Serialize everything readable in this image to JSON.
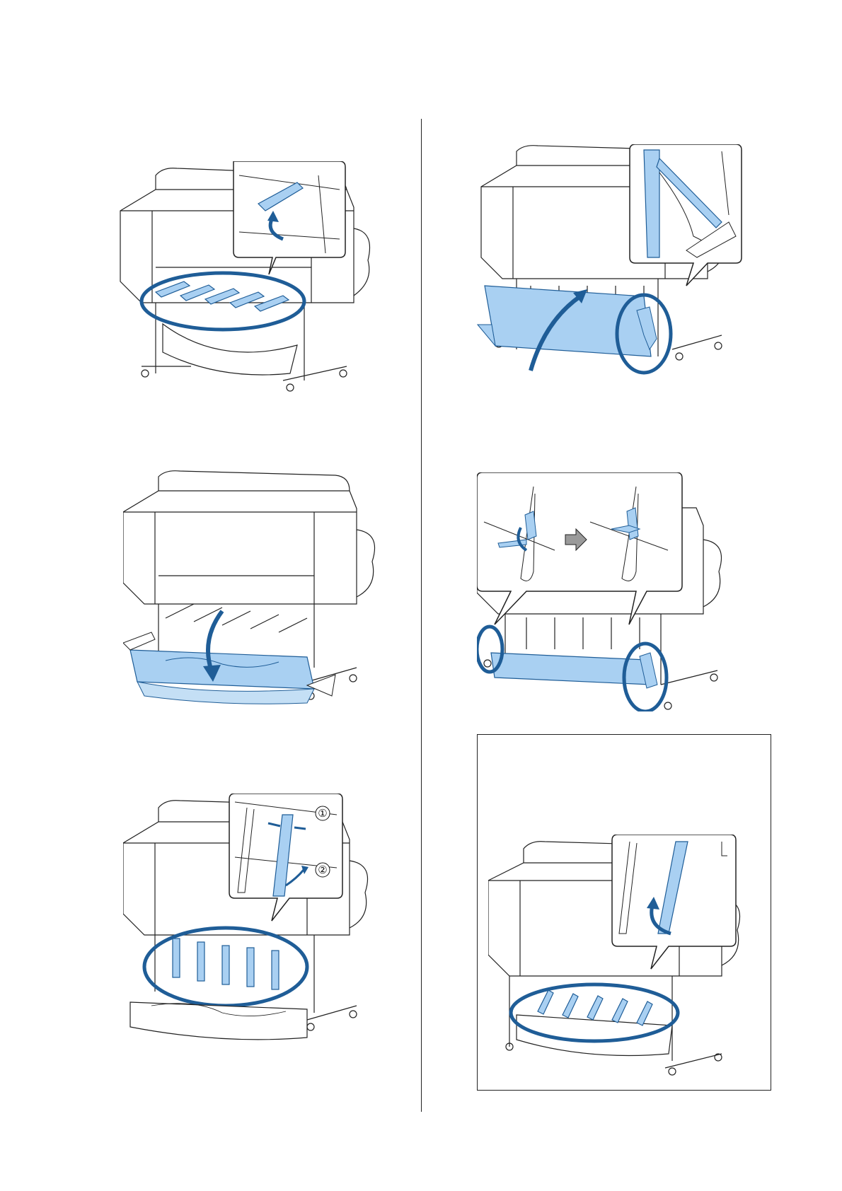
{
  "page": {
    "background": "#ffffff"
  },
  "colors": {
    "highlight_fill": "#a9d0f2",
    "highlight_stroke": "#1f5d97",
    "line": "#222222",
    "arrow_gray": "#9a9a9a"
  },
  "figures": [
    {
      "id": "fig-lift-paper-guides",
      "description_icon": "printer-illustration",
      "callout": true
    },
    {
      "id": "fig-raise-basket-front",
      "description_icon": "printer-illustration",
      "callout": true
    },
    {
      "id": "fig-lower-basket",
      "description_icon": "printer-illustration",
      "callout": false
    },
    {
      "id": "fig-hook-straps",
      "description_icon": "printer-illustration",
      "callout": true
    },
    {
      "id": "fig-attach-guides",
      "description_icon": "printer-illustration",
      "callout": true,
      "markers": [
        "①",
        "②"
      ]
    },
    {
      "id": "fig-note-guides-up",
      "description_icon": "printer-illustration",
      "callout": true
    }
  ],
  "markers": {
    "step1": "①",
    "step2": "②"
  }
}
